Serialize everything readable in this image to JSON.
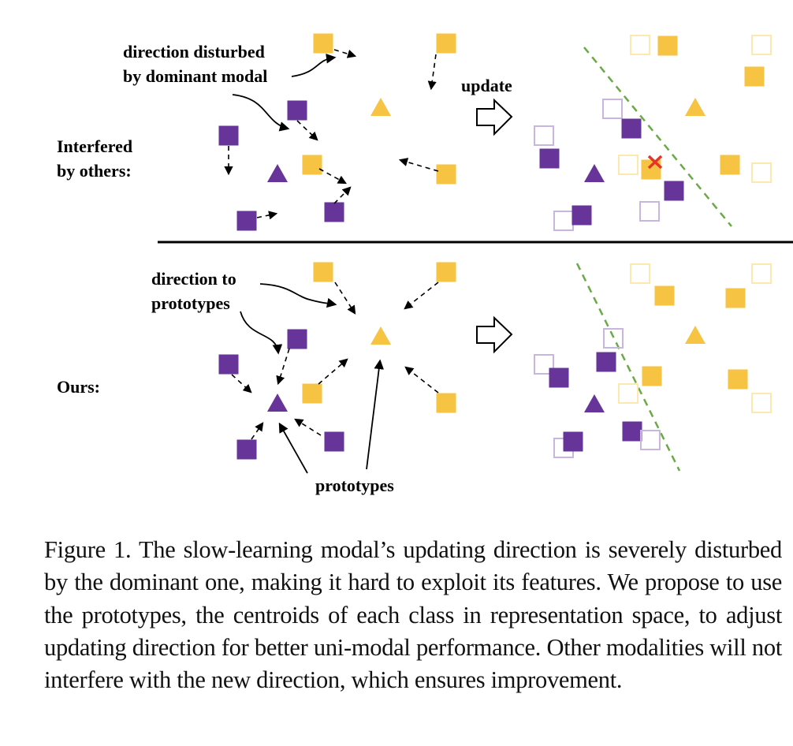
{
  "colors": {
    "class_a": "#f6c342",
    "class_a_faded": "#fde9ae",
    "class_b": "#673499",
    "class_b_faded": "#c8b6e0",
    "boundary": "#6aaa46",
    "error_mark": "#e53527",
    "text": "#000000"
  },
  "top_row": {
    "row_label_line1": "Interfered",
    "row_label_line2": "by others:",
    "annotation_line1": "direction disturbed",
    "annotation_line2": "by dominant modal",
    "update_label": "update"
  },
  "bottom_row": {
    "row_label": "Ours:",
    "annotation_line1": "direction to",
    "annotation_line2": "prototypes",
    "prototypes_label": "prototypes"
  },
  "legend_semantics": {
    "square_filled": "sample (current)",
    "square_hollow": "sample (previous position)",
    "triangle": "class prototype",
    "dashed_line": "decision boundary",
    "x_mark": "misclassified sample"
  },
  "caption": "Figure 1. The slow-learning modal’s updating direction is severely disturbed by the dominant one, making it hard to exploit its features. We propose to use the prototypes, the centroids of each class in representation space, to adjust updating direction for better uni-modal performance.  Other modalities will not interfere with the new direction, which ensures improvement."
}
